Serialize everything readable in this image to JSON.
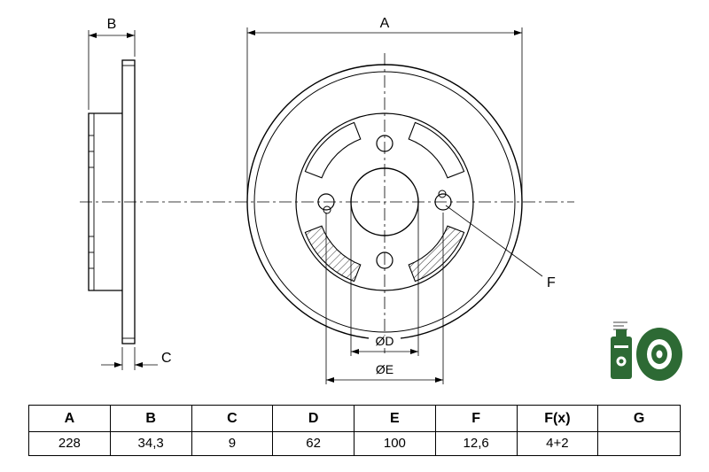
{
  "drawing": {
    "labels": {
      "dim_a": "A",
      "dim_b": "B",
      "dim_c": "C",
      "dim_d": "ØD",
      "dim_e": "ØE",
      "dim_f": "F"
    }
  },
  "pictogram": {
    "name": "brake-disc-with-spray-can",
    "color": "#2d6a34"
  },
  "table": {
    "headers": [
      "A",
      "B",
      "C",
      "D",
      "E",
      "F",
      "F(x)",
      "G"
    ],
    "values": [
      "228",
      "34,3",
      "9",
      "62",
      "100",
      "12,6",
      "4+2",
      ""
    ]
  },
  "colors": {
    "line": "#000000",
    "background": "#ffffff"
  }
}
